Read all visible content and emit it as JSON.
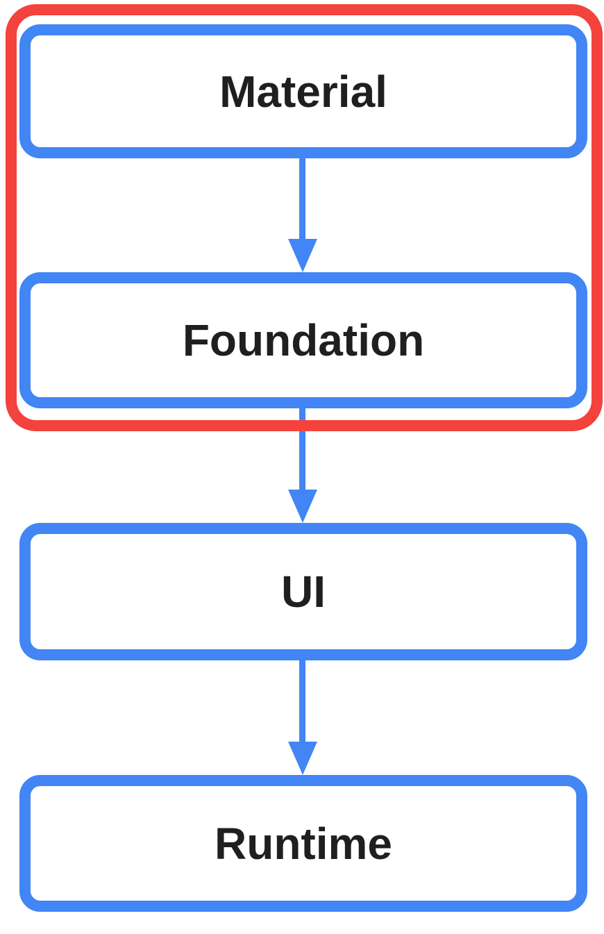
{
  "colors": {
    "box_border": "#4285F4",
    "highlight_border": "#F4423C",
    "label_text": "#1F1F1F",
    "background": "#FFFFFF"
  },
  "diagram": {
    "type": "layered-architecture-flow",
    "boxes": [
      {
        "label": "Material"
      },
      {
        "label": "Foundation"
      },
      {
        "label": "UI"
      },
      {
        "label": "Runtime"
      }
    ],
    "arrows": [
      {
        "from": "Material",
        "to": "Foundation"
      },
      {
        "from": "Foundation",
        "to": "UI"
      },
      {
        "from": "UI",
        "to": "Runtime"
      }
    ],
    "highlight_group": {
      "members": [
        "Material",
        "Foundation"
      ]
    }
  }
}
